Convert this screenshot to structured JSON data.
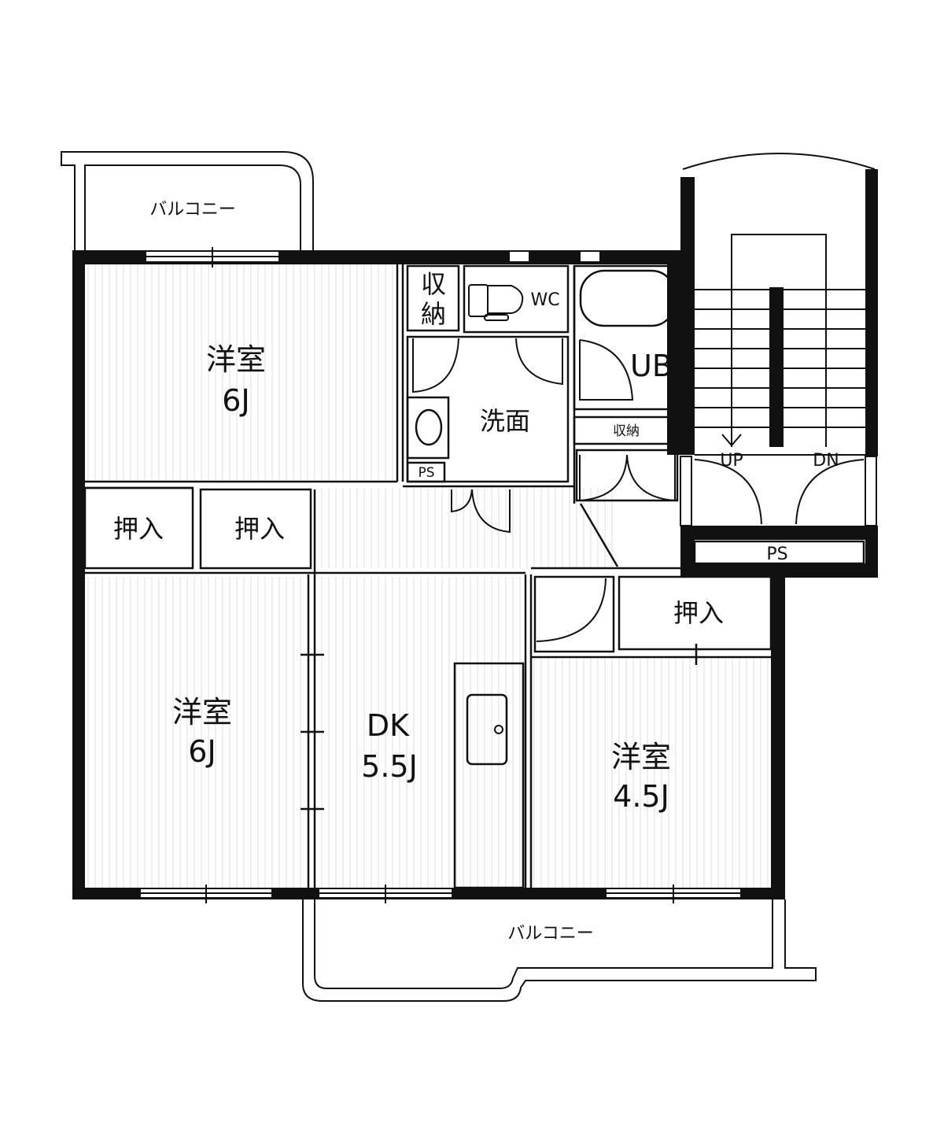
{
  "floorplan": {
    "balcony_top": "バルコニー",
    "balcony_bottom": "バルコニー",
    "room_top_left": {
      "name": "洋室",
      "size": "6J"
    },
    "room_bottom_left": {
      "name": "洋室",
      "size": "6J"
    },
    "dining_kitchen": {
      "name": "DK",
      "size": "5.5J"
    },
    "room_bottom_right": {
      "name": "洋室",
      "size": "4.5J"
    },
    "storage_top": [
      "収",
      "納"
    ],
    "wc": "WC",
    "bath": "UB",
    "washroom": "洗面",
    "storage_small": "収納",
    "ps_washroom": "PS",
    "closet_1": "押入",
    "closet_2": "押入",
    "closet_3": "押入",
    "stairs_up": "UP",
    "stairs_down": "DN",
    "ps_stairs": "PS"
  }
}
